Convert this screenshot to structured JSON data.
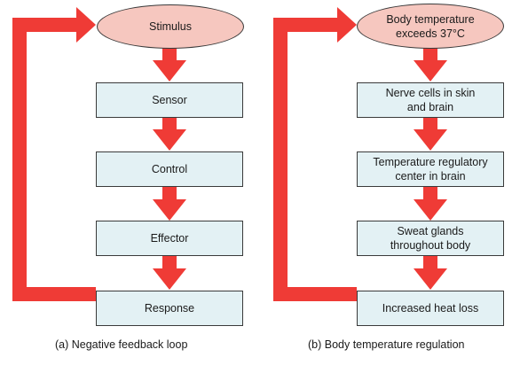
{
  "colors": {
    "arrow": "#ef3b36",
    "box_fill": "#e3f1f4",
    "oval_fill": "#f6c7bf",
    "border": "#3a3a3a"
  },
  "left_loop": {
    "stimulus": "Stimulus",
    "sensor": "Sensor",
    "control": "Control",
    "effector": "Effector",
    "response": "Response",
    "caption": "(a) Negative feedback loop"
  },
  "right_loop": {
    "stimulus_line1": "Body temperature",
    "stimulus_line2": "exceeds 37°C",
    "sensor_line1": "Nerve cells in skin",
    "sensor_line2": "and brain",
    "control_line1": "Temperature regulatory",
    "control_line2": "center in brain",
    "effector_line1": "Sweat glands",
    "effector_line2": "throughout body",
    "response": "Increased heat loss",
    "caption": "(b) Body temperature regulation"
  }
}
